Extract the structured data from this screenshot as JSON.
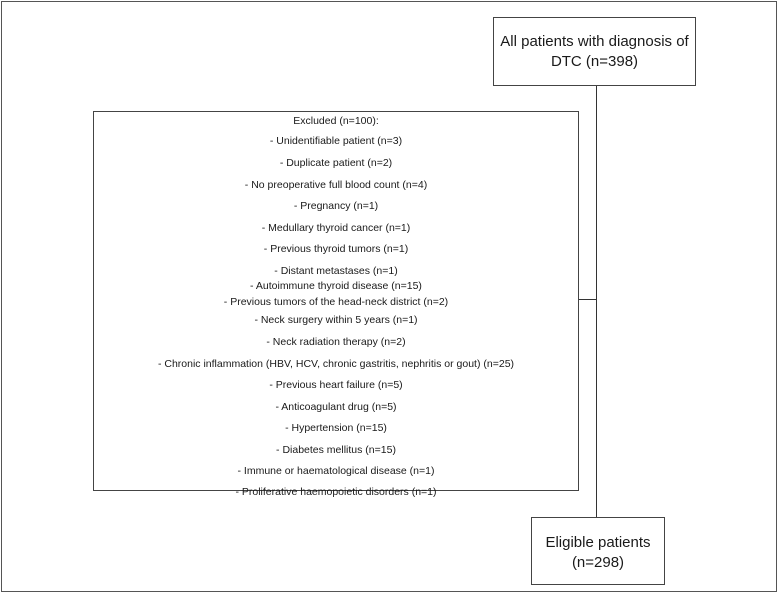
{
  "top_box": {
    "line1": "All patients with diagnosis of",
    "line2": "DTC (n=398)"
  },
  "excluded": {
    "heading": "Excluded (n=100):",
    "items": [
      "- Unidentifiable patient (n=3)",
      "- Duplicate patient (n=2)",
      "- No preoperative full blood count (n=4)",
      "- Pregnancy (n=1)",
      "- Medullary thyroid cancer (n=1)",
      "- Previous thyroid tumors (n=1)",
      "- Distant metastases (n=1)",
      "- Autoimmune thyroid disease (n=15)",
      "- Previous tumors of the head-neck district (n=2)",
      "- Neck surgery within 5 years (n=1)",
      "- Neck radiation therapy (n=2)",
      "- Chronic inflammation (HBV, HCV, chronic gastritis, nephritis or gout) (n=25)",
      "- Previous heart failure (n=5)",
      "- Anticoagulant drug (n=5)",
      "- Hypertension (n=15)",
      "- Diabetes mellitus (n=15)",
      "- Immune or haematological disease (n=1)",
      "- Proliferative haemopoietic disorders (n=1)"
    ]
  },
  "bottom_box": {
    "line1": "Eligible patients",
    "line2": "(n=298)"
  }
}
